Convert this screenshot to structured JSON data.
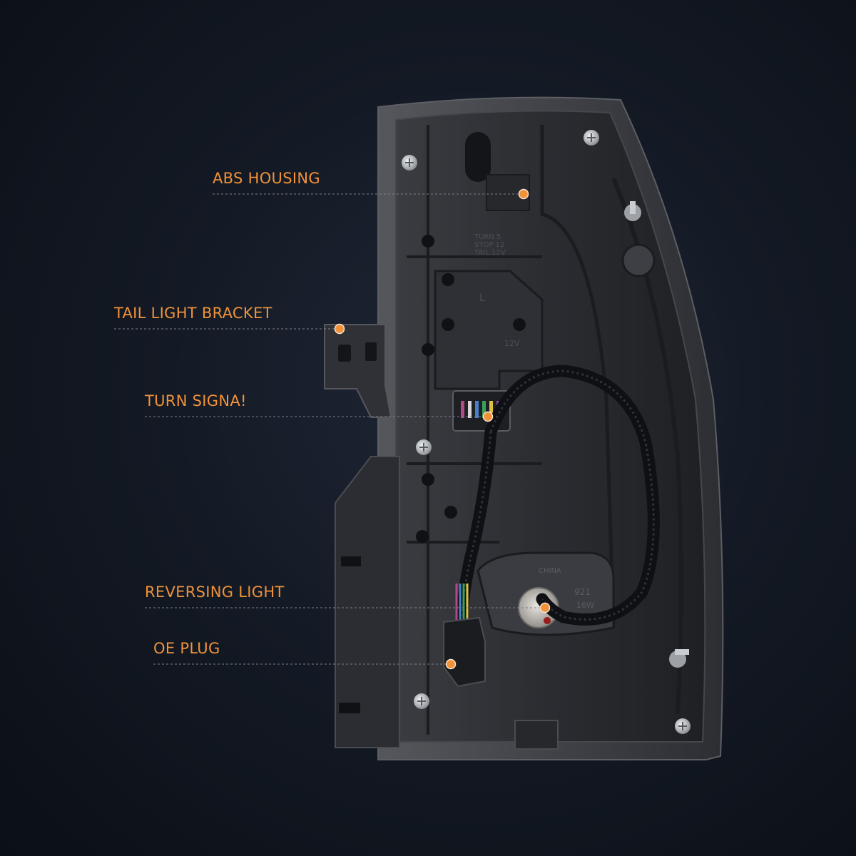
{
  "callouts": [
    {
      "id": "abs-housing",
      "label": "ABS HOUSING"
    },
    {
      "id": "tail-light-bracket",
      "label": "TAIL LIGHT BRACKET"
    },
    {
      "id": "turn-signal",
      "label": "TURN SIGNA!"
    },
    {
      "id": "reversing-light",
      "label": "REVERSING LIGHT"
    },
    {
      "id": "oe-plug",
      "label": "OE PLUG"
    }
  ],
  "housing_text": {
    "turn_stop_tail": [
      "TURN 5",
      "STOP 12",
      "TAIL 12V"
    ],
    "side_mark": "L",
    "voltage": "12V",
    "bulb_code": "921",
    "origin": "CHINA",
    "bulb_mark": "16W"
  },
  "colors": {
    "accent": "#f0923a",
    "background": "#141a25",
    "housing": "#2a2c31"
  }
}
